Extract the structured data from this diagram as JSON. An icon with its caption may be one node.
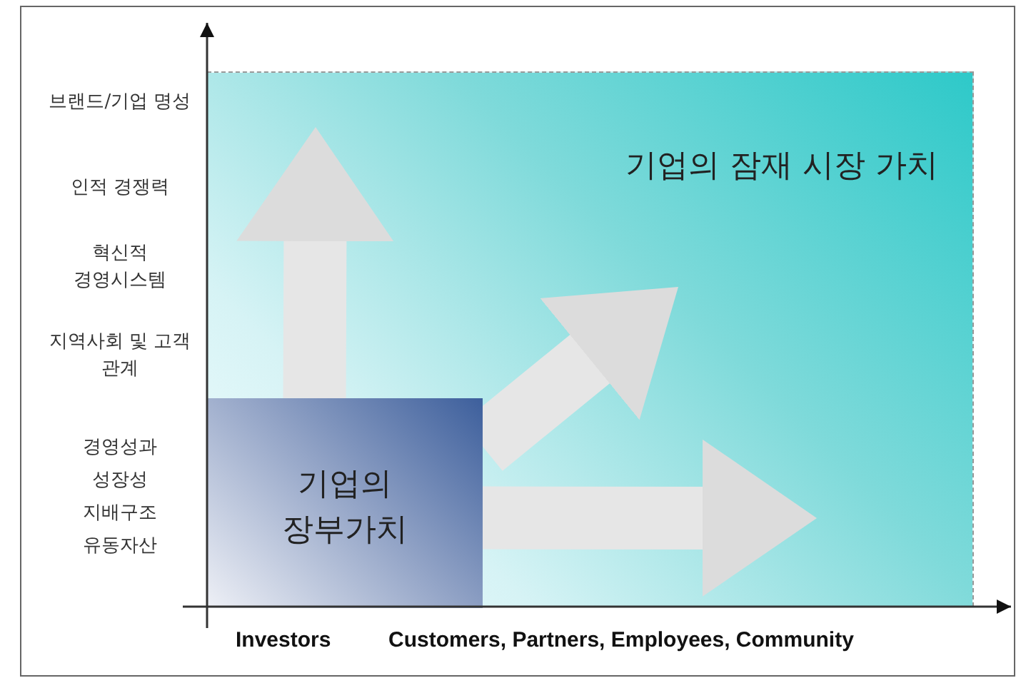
{
  "diagram": {
    "nodes": [
      {
        "text": [
          "기업의 잠재 시장 가치"
        ]
      },
      {
        "text": [
          "기업의 장부가치"
        ],
        "in": 0
      }
    ],
    "edges": [
      {
        "from": 1,
        "to": null,
        "arrow": "to",
        "style": "thick"
      },
      {
        "from": 1,
        "to": null,
        "arrow": "to",
        "style": "thick"
      },
      {
        "from": 1,
        "to": null,
        "arrow": "to",
        "style": "thick"
      }
    ],
    "labels": [
      "브랜드/기업 명성",
      "인적 경쟁력",
      "혁신적 경영시스템",
      "지역사회 및 고객 관계",
      "경영성과",
      "성장성",
      "지배구조",
      "유동자산",
      "Investors",
      "Customers, Partners, Employees, Community"
    ]
  }
}
